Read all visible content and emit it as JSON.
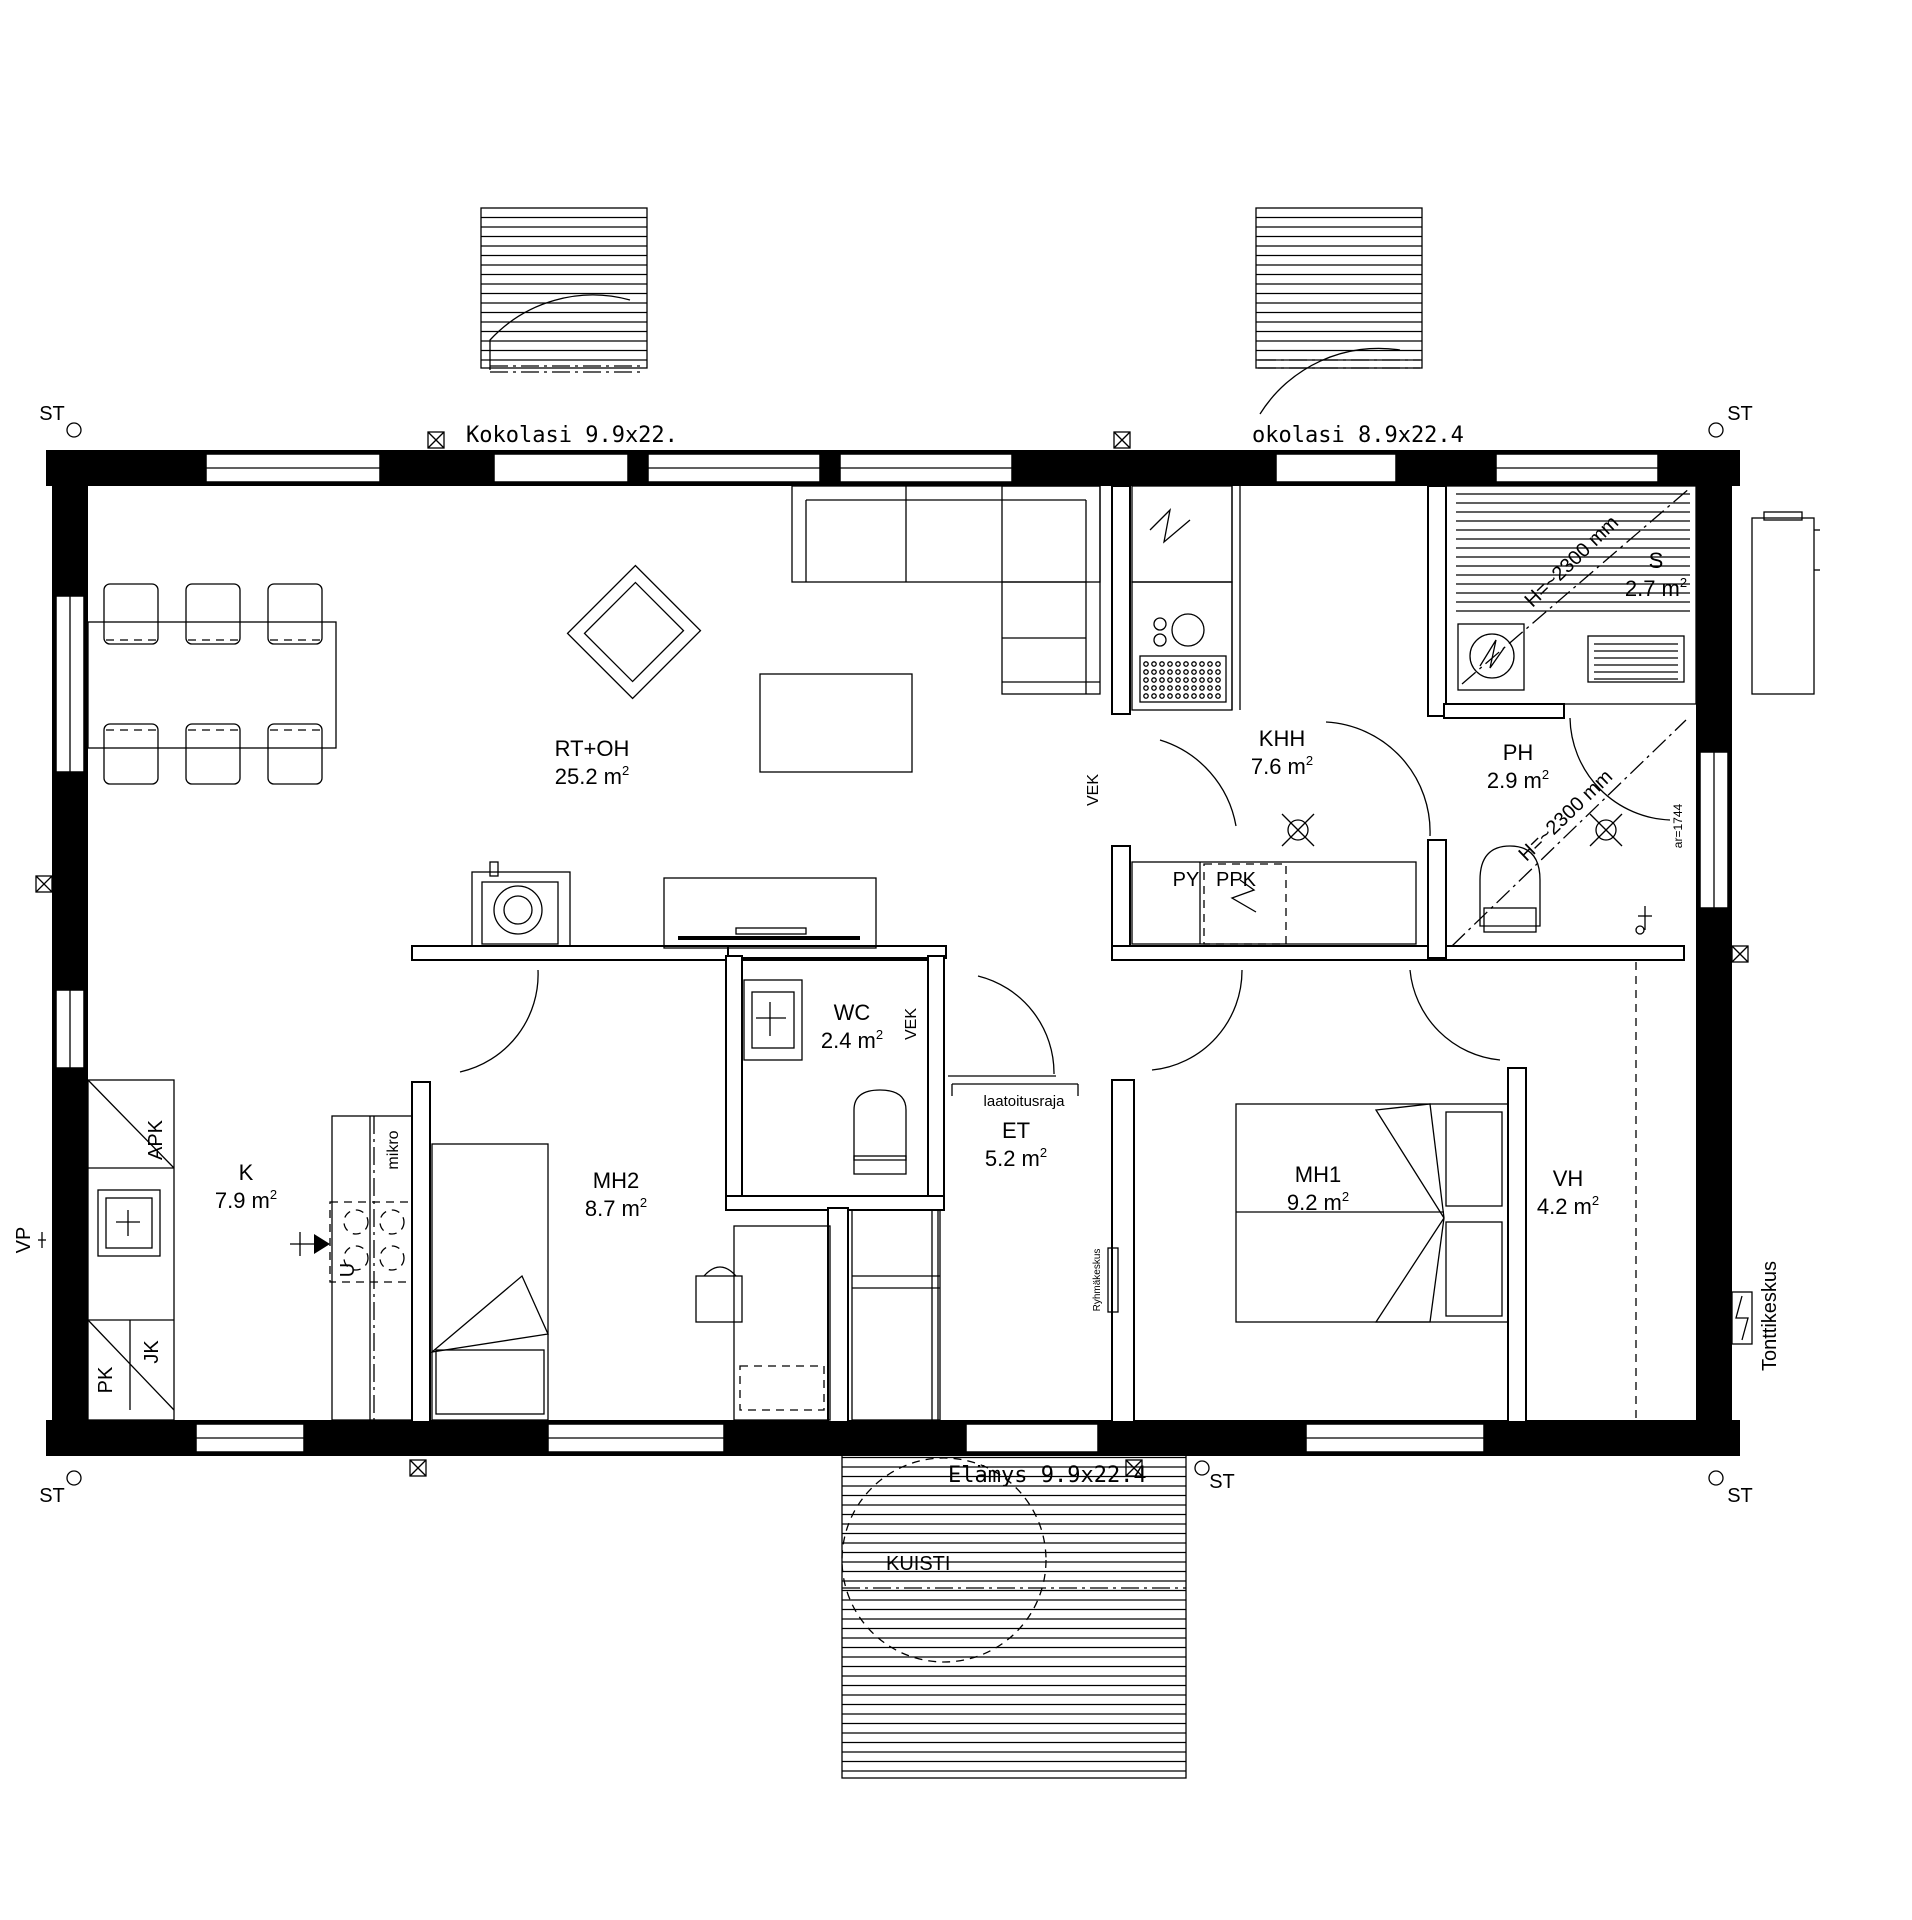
{
  "rooms": {
    "rt_oh": {
      "name": "RT+OH",
      "area": "25.2 m",
      "sup": "2"
    },
    "khh": {
      "name": "KHH",
      "area": "7.6 m",
      "sup": "2"
    },
    "ph": {
      "name": "PH",
      "area": "2.9 m",
      "sup": "2"
    },
    "s": {
      "name": "S",
      "area": "2.7 m",
      "sup": "2"
    },
    "k": {
      "name": "K",
      "area": "7.9 m",
      "sup": "2"
    },
    "mh2": {
      "name": "MH2",
      "area": "8.7 m",
      "sup": "2"
    },
    "wc": {
      "name": "WC",
      "area": "2.4 m",
      "sup": "2"
    },
    "et": {
      "name": "ET",
      "area": "5.2 m",
      "sup": "2"
    },
    "mh1": {
      "name": "MH1",
      "area": "9.2 m",
      "sup": "2"
    },
    "vh": {
      "name": "VH",
      "area": "4.2 m",
      "sup": "2"
    }
  },
  "doors": {
    "top_left": "Kokolasi 9.9x22.",
    "top_right": "okolasi 8.9x22.4",
    "bottom": "Elämys 9.9x22.4"
  },
  "labels": {
    "st": "ST",
    "vp": "VP",
    "kuisti": "KUISTI",
    "tonttikeskus": "Tonttikeskus",
    "ryhmakeskus": "Ryhmäkeskus",
    "laatoitusraja": "laatoitusraja",
    "vek": "VEK",
    "py": "PY",
    "ppk": "PPK",
    "apk": "APK",
    "pk": "PK",
    "jk": "JK",
    "mikro": "mikro",
    "ceiling_height": "H=~2300 mm",
    "ar": "ar=1744",
    "u": "U"
  }
}
